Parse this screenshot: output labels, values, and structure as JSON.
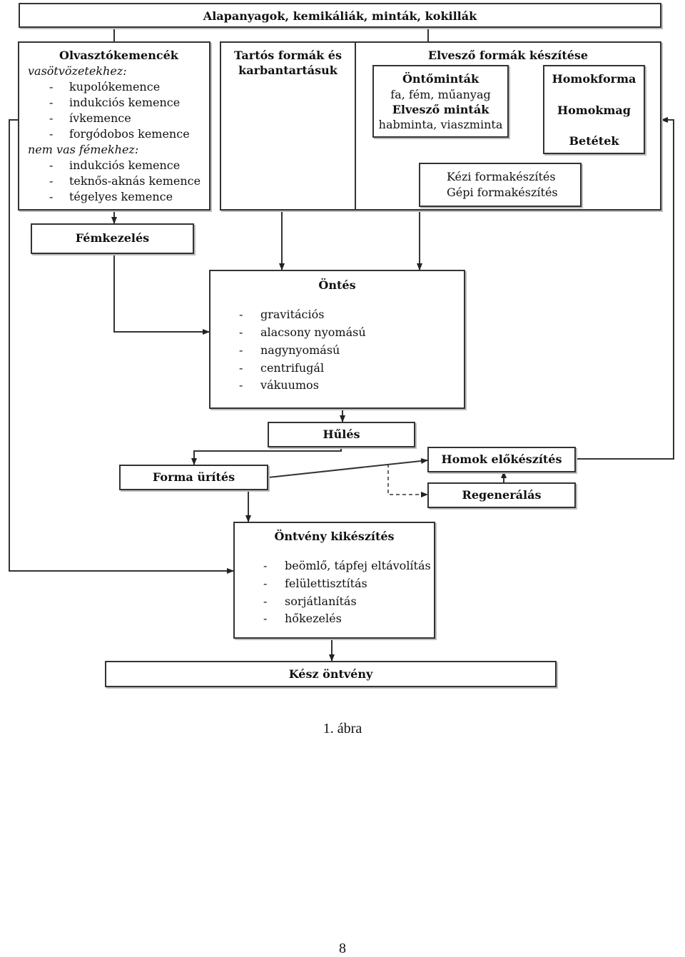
{
  "diagram": {
    "top_title": "Alapanyagok, kemikáliák, minták, kokillák",
    "olvaszto": {
      "title": "Olvasztókemencék",
      "sub1": "vasötvözetekhez:",
      "items1": [
        "kupolókemence",
        "indukciós kemence",
        "ívkemence",
        "forgódobos kemence"
      ],
      "sub2": "nem vas fémekhez:",
      "items2": [
        "indukciós kemence",
        "teknős-aknás kemence",
        "tégelyes kemence"
      ]
    },
    "tartos": {
      "line1": "Tartós formák és",
      "line2": "karbantartásuk"
    },
    "elveszo": {
      "title": "Elvesző formák készítése",
      "ontomintak": {
        "title": "Öntőminták",
        "line1": "fa, fém, műanyag",
        "title2": "Elvesző minták",
        "line2": "habminta, viaszminta"
      },
      "homok": {
        "l1": "Homokforma",
        "l2": "Homokmag",
        "l3": "Betétek"
      },
      "forma": {
        "l1": "Kézi formakészítés",
        "l2": "Gépi formakészítés"
      }
    },
    "femkezeles": "Fémkezelés",
    "ontes": {
      "title": "Öntés",
      "items": [
        "gravitációs",
        "alacsony nyomású",
        "nagynyomású",
        "centrifugál",
        "vákuumos"
      ]
    },
    "hules": "Hűlés",
    "forma_urites": "Forma ürítés",
    "homok_elokeszites": "Homok előkészítés",
    "regeneralas": "Regenerálás",
    "kikeszites": {
      "title": "Öntvény kikészítés",
      "items": [
        "beömlő, tápfej eltávolítás",
        "felülettisztítás",
        "sorjátlanítás",
        "hőkezelés"
      ]
    },
    "kesz": "Kész öntvény",
    "bullet": "-"
  },
  "caption": "1. ábra",
  "page_number": "8"
}
